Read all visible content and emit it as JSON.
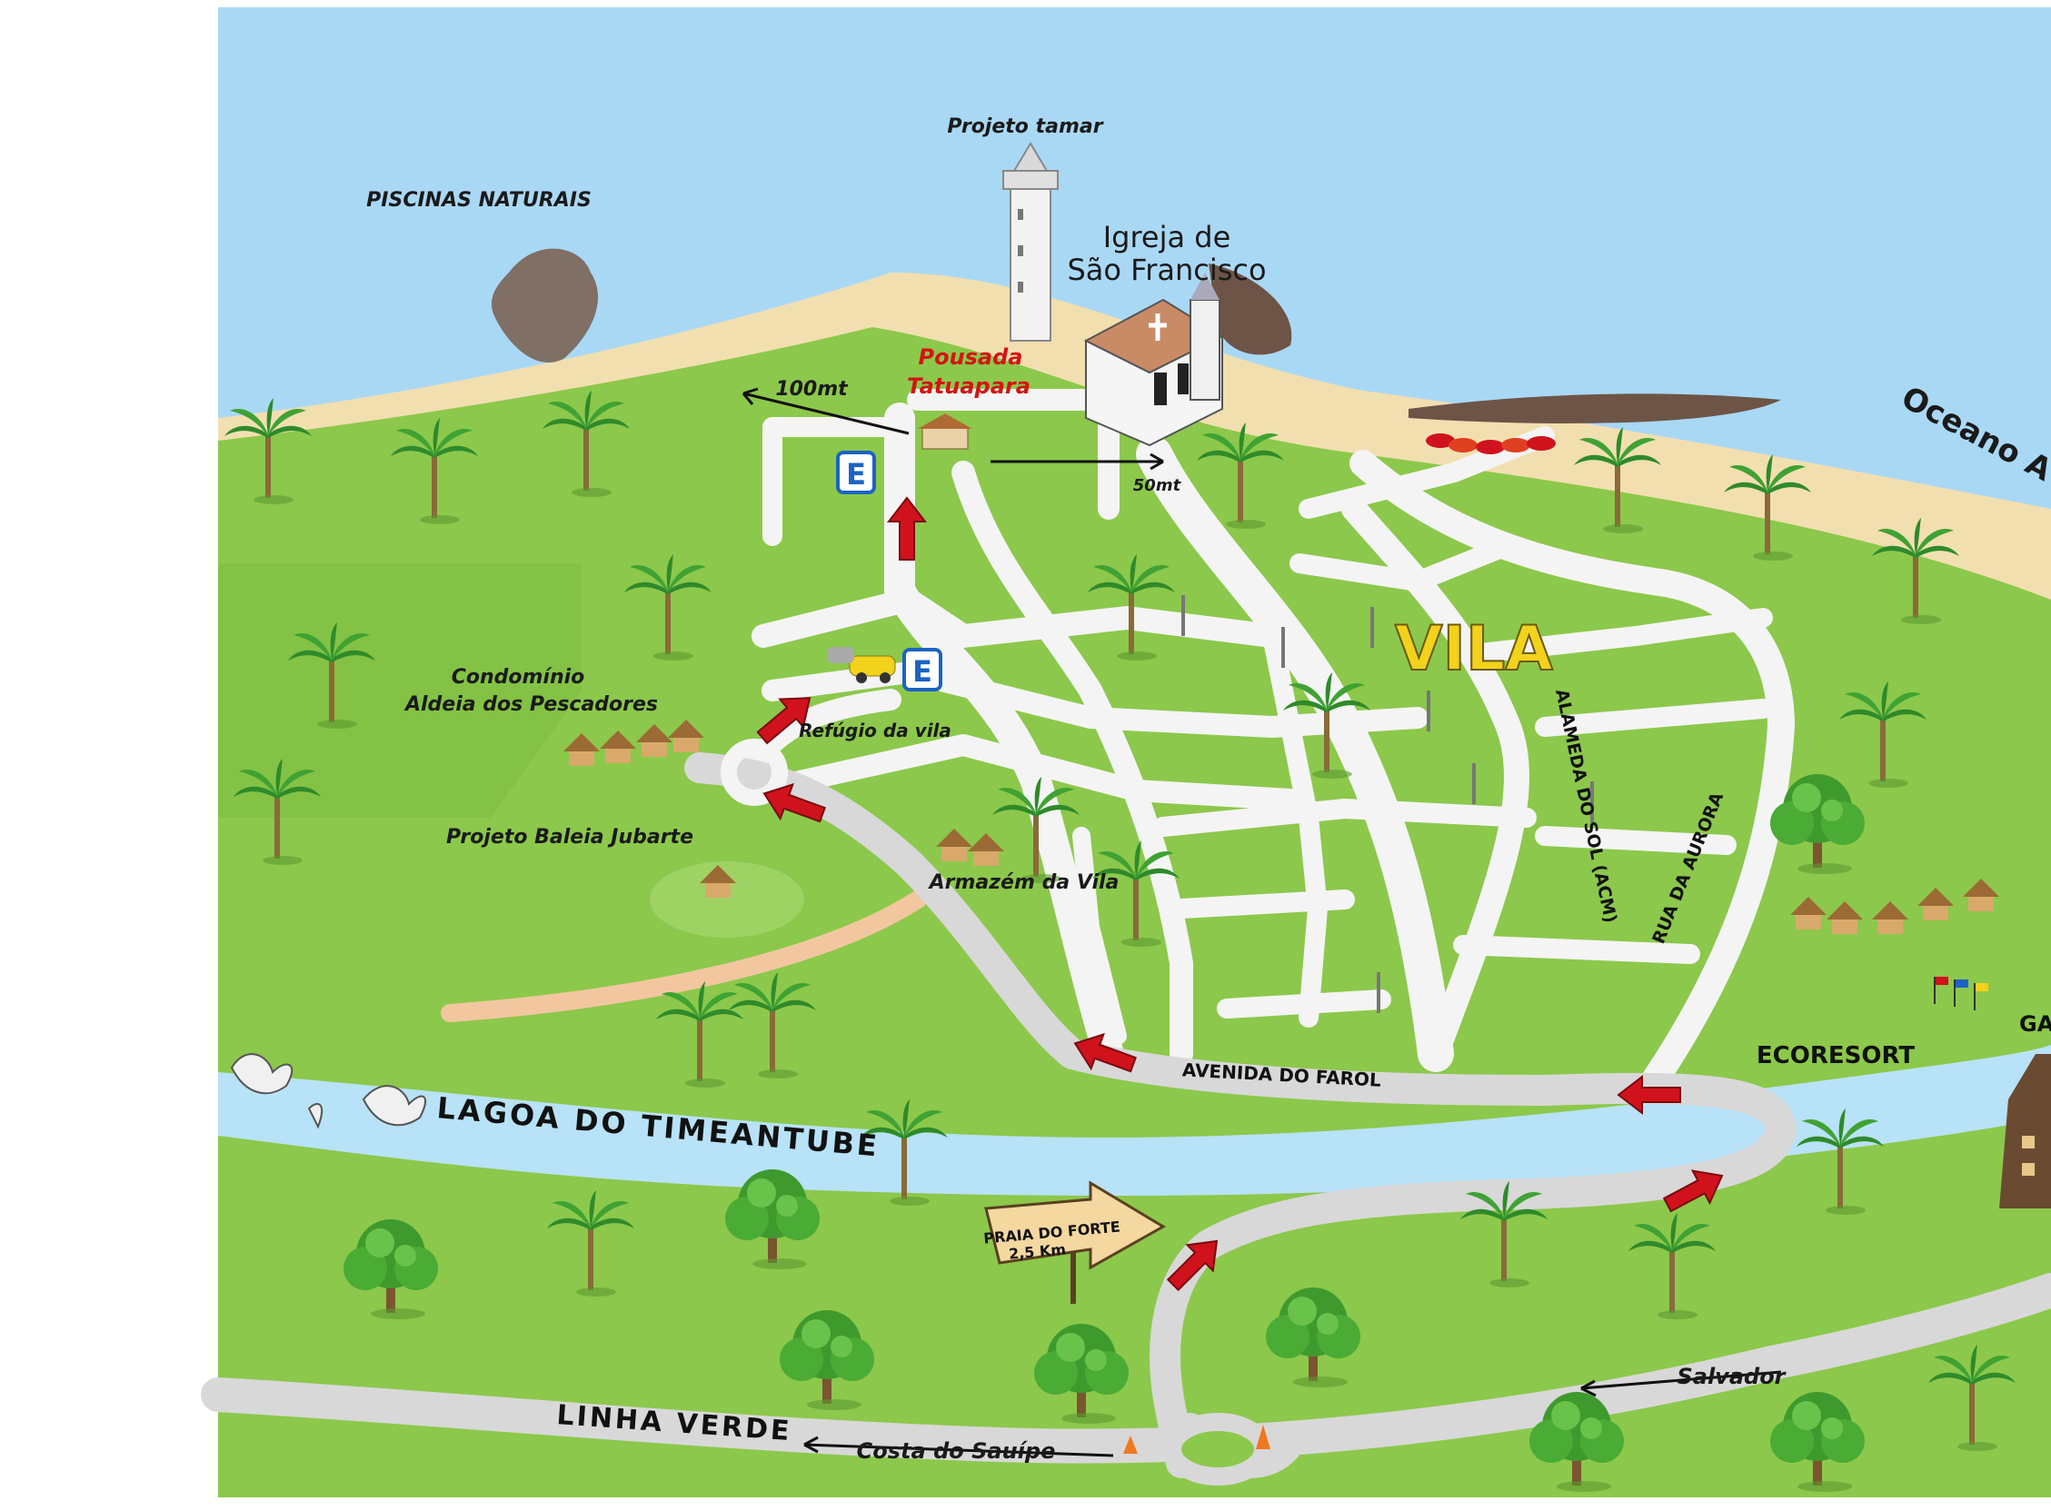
{
  "map": {
    "colors": {
      "ocean": "#a9d8f5",
      "sea_deep": "#5aaee6",
      "grass": "#8cc84b",
      "grass_dark": "#6eae37",
      "sand": "#f2dfb0",
      "road": "#f4f4f4",
      "road_edge": "#cfcfcf",
      "lagoon": "#b8e2f7",
      "arrow_red": "#d0121c",
      "accent_yellow": "#f2d21b",
      "label_red": "#d31414"
    },
    "labels": {
      "projeto_tamar": "Projeto tamar",
      "piscinas": "PISCINAS NATURAIS",
      "igreja_line1": "Igreja de",
      "igreja_line2": "São Francisco",
      "pousada_line1": "Pousada",
      "pousada_line2": "Tatuapara",
      "dist_100": "100mt",
      "dist_50": "50mt",
      "oceano": "Oceano A",
      "vila": "VILA",
      "alameda": "ALAMEDA DO SOL (ACM)",
      "rua_aurora": "RUA DA AURORA",
      "condominio_line1": "Condomínio",
      "condominio_line2": "Aldeia dos Pescadores",
      "refugio": "Refúgio da vila",
      "baleia": "Projeto Baleia Jubarte",
      "armazem": "Armazém da Vila",
      "avenida": "AVENIDA DO FAROL",
      "ecoresort": "ECORESORT",
      "ga": "GA",
      "lagoa": "LAGOA DO TIMEANTUBE",
      "praia_line1": "PRAIA DO FORTE",
      "praia_line2": "2,5 Km",
      "salvador": "Salvador",
      "linha_verde": "LINHA VERDE",
      "costa": "Costa do Sauípe",
      "parking": "E"
    },
    "icons": [
      "lighthouse-icon",
      "church-icon",
      "parking-icon",
      "palm-tree-icon",
      "tree-icon",
      "red-arrow-icon",
      "signpost-icon",
      "traffic-cone-icon",
      "bird-icon",
      "car-icon",
      "hut-icon",
      "umbrella-icon",
      "flag-icon"
    ]
  }
}
